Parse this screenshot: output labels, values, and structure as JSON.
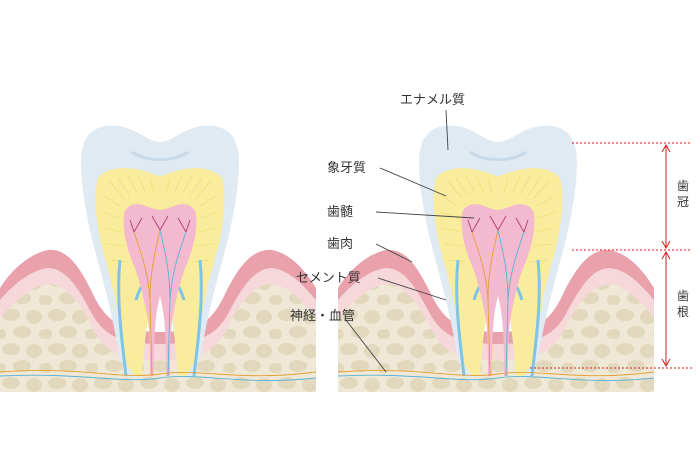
{
  "labels": {
    "enamel": "エナメル質",
    "dentin": "象牙質",
    "pulp": "歯髄",
    "gum": "歯肉",
    "cementum": "セメント質",
    "nerve_vessel": "神経・血管",
    "crown": [
      "歯",
      "冠"
    ],
    "root": [
      "歯",
      "根"
    ]
  },
  "colors": {
    "enamel": "#dfeaf3",
    "dentin": "#f9ec9c",
    "pulp": "#f3b9cf",
    "gum": "#e9a1ac",
    "gum_light": "#f6d7da",
    "bone": "#efe8d6",
    "bone_cell": "#e2d8bd",
    "cementum": "#7fc4e6",
    "nerve": "#e79e34",
    "vessel": "#5ab2d9",
    "marker": "#d81e1e"
  }
}
